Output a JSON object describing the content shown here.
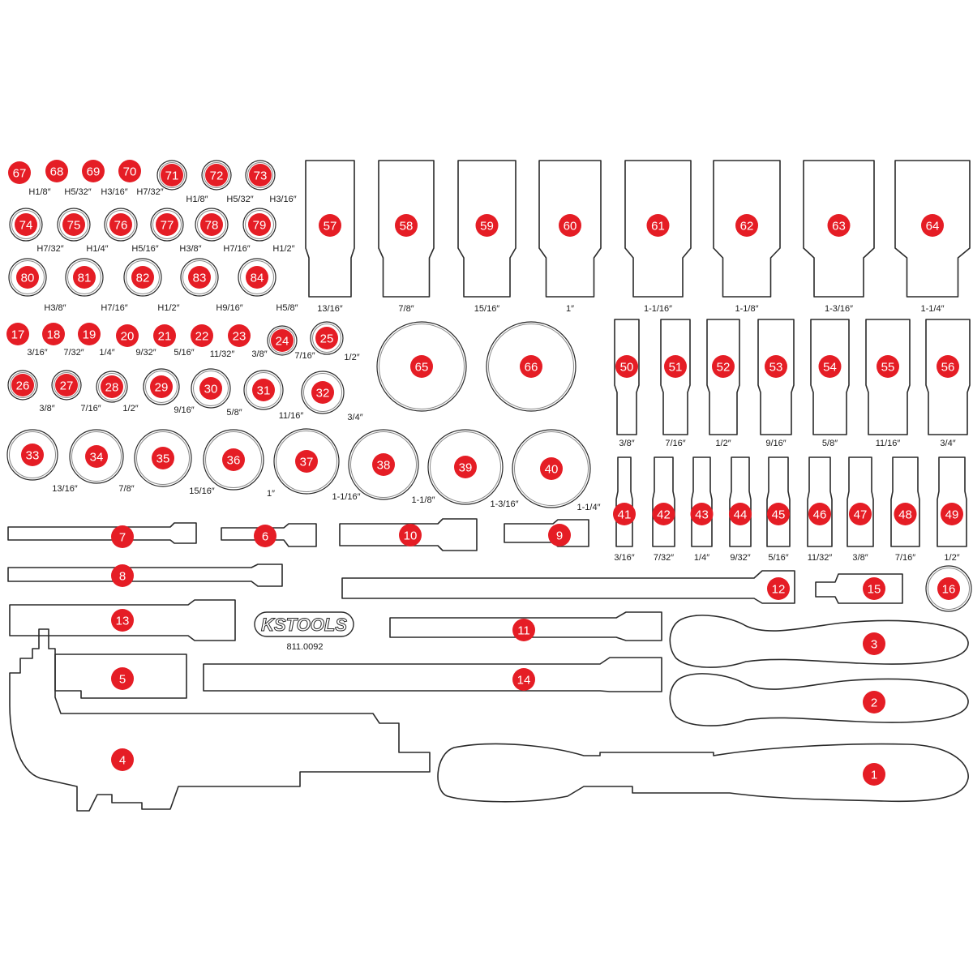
{
  "brand": {
    "logo_text": "KSTOOLS",
    "part_number": "811.0092"
  },
  "colors": {
    "badge": "#e51d25",
    "outline": "#2a2a2a",
    "background": "#ffffff"
  },
  "items": [
    {
      "n": "1"
    },
    {
      "n": "2"
    },
    {
      "n": "3"
    },
    {
      "n": "4"
    },
    {
      "n": "5"
    },
    {
      "n": "6"
    },
    {
      "n": "7"
    },
    {
      "n": "8"
    },
    {
      "n": "9"
    },
    {
      "n": "10"
    },
    {
      "n": "11"
    },
    {
      "n": "12"
    },
    {
      "n": "13"
    },
    {
      "n": "14"
    },
    {
      "n": "15"
    },
    {
      "n": "16"
    },
    {
      "n": "17",
      "size": "3/16″"
    },
    {
      "n": "18",
      "size": "7/32″"
    },
    {
      "n": "19",
      "size": "1/4″"
    },
    {
      "n": "20",
      "size": "9/32″"
    },
    {
      "n": "21",
      "size": "5/16″"
    },
    {
      "n": "22",
      "size": "11/32″"
    },
    {
      "n": "23",
      "size": "3/8″"
    },
    {
      "n": "24",
      "size": "7/16″"
    },
    {
      "n": "25",
      "size": "1/2″"
    },
    {
      "n": "26",
      "size": ""
    },
    {
      "n": "27",
      "size": "3/8″"
    },
    {
      "n": "28",
      "size": "7/16″"
    },
    {
      "n": "29",
      "size": "1/2″"
    },
    {
      "n": "30",
      "size": "9/16″"
    },
    {
      "n": "31",
      "size": "5/8″"
    },
    {
      "n": "32",
      "size": "11/16″"
    },
    {
      "n": "32b",
      "size": "3/4″"
    },
    {
      "n": "33",
      "size": ""
    },
    {
      "n": "34",
      "size": "13/16″"
    },
    {
      "n": "35",
      "size": "7/8″"
    },
    {
      "n": "36",
      "size": "15/16″"
    },
    {
      "n": "37",
      "size": "1″"
    },
    {
      "n": "38",
      "size": "1-1/16″"
    },
    {
      "n": "39",
      "size": "1-1/8″"
    },
    {
      "n": "40",
      "size": "1-3/16″"
    },
    {
      "n": "40b",
      "size": "1-1/4″"
    },
    {
      "n": "41",
      "size": "3/16″"
    },
    {
      "n": "42",
      "size": "7/32″"
    },
    {
      "n": "43",
      "size": "1/4″"
    },
    {
      "n": "44",
      "size": "9/32″"
    },
    {
      "n": "45",
      "size": "5/16″"
    },
    {
      "n": "46",
      "size": "11/32″"
    },
    {
      "n": "47",
      "size": "3/8″"
    },
    {
      "n": "48",
      "size": "7/16″"
    },
    {
      "n": "49",
      "size": "1/2″"
    },
    {
      "n": "50",
      "size": "3/8″"
    },
    {
      "n": "51",
      "size": "7/16″"
    },
    {
      "n": "52",
      "size": "1/2″"
    },
    {
      "n": "53",
      "size": "9/16″"
    },
    {
      "n": "54",
      "size": "5/8″"
    },
    {
      "n": "55",
      "size": "11/16″"
    },
    {
      "n": "56",
      "size": "3/4″"
    },
    {
      "n": "57",
      "size": "13/16″"
    },
    {
      "n": "58",
      "size": "7/8″"
    },
    {
      "n": "59",
      "size": "15/16″"
    },
    {
      "n": "60",
      "size": "1″"
    },
    {
      "n": "61",
      "size": "1-1/16″"
    },
    {
      "n": "62",
      "size": "1-1/8″"
    },
    {
      "n": "63",
      "size": "1-3/16″"
    },
    {
      "n": "64",
      "size": "1-1/4″"
    },
    {
      "n": "65"
    },
    {
      "n": "66"
    },
    {
      "n": "67",
      "size": ""
    },
    {
      "n": "68",
      "size": "H1/8″"
    },
    {
      "n": "69",
      "size": "H5/32″"
    },
    {
      "n": "70",
      "size": "H3/16″"
    },
    {
      "n": "71",
      "size": "H7/32″"
    },
    {
      "n": "72",
      "size": "H1/8″"
    },
    {
      "n": "73",
      "size": "H5/32″"
    },
    {
      "n": "73b",
      "size": "H3/16″"
    },
    {
      "n": "74",
      "size": ""
    },
    {
      "n": "75",
      "size": "H7/32″"
    },
    {
      "n": "76",
      "size": "H1/4″"
    },
    {
      "n": "77",
      "size": "H5/16″"
    },
    {
      "n": "78",
      "size": "H3/8″"
    },
    {
      "n": "79",
      "size": "H7/16″"
    },
    {
      "n": "79b",
      "size": "H1/2″"
    },
    {
      "n": "80",
      "size": ""
    },
    {
      "n": "81",
      "size": "H3/8″"
    },
    {
      "n": "82",
      "size": "H7/16″"
    },
    {
      "n": "83",
      "size": "H1/2″"
    },
    {
      "n": "84",
      "size": "H9/16″"
    },
    {
      "n": "84b",
      "size": "H5/8″"
    }
  ]
}
